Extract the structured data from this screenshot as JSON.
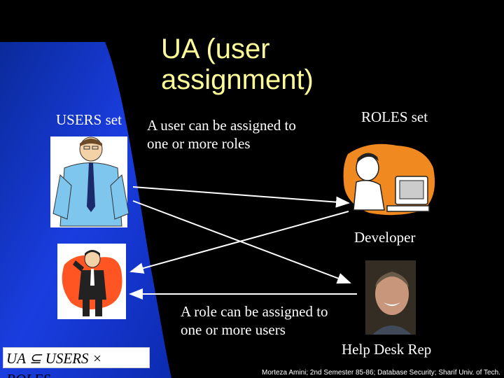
{
  "title": "UA (user assignment)",
  "users_set_label": "USERS set",
  "roles_set_label": "ROLES set",
  "user_assign_note": "A user can be assigned to one or more roles",
  "role_assign_note": "A role can be assigned to one or more users",
  "role_developer": "Developer",
  "role_helpdesk": "Help Desk Rep",
  "formula_text": "UA ⊆ USERS × ROLES",
  "footer_text": "Morteza Amini; 2nd Semester 85-86; Database Security; Sharif Univ. of Tech.",
  "colors": {
    "background": "#000000",
    "blue_panel": "#1638d8",
    "title": "#ffff99",
    "text": "#ffffff"
  }
}
